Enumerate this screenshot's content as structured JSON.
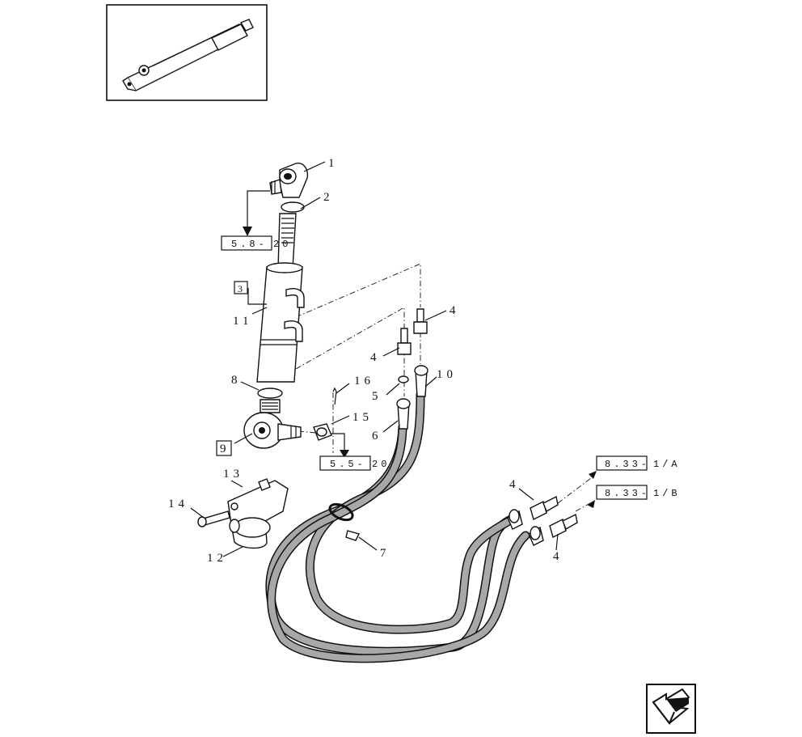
{
  "callouts": {
    "c1": "1",
    "c2": "2",
    "c3": "3",
    "c4a": "4",
    "c4b": "4",
    "c4c": "4",
    "c4d": "4",
    "c5": "5",
    "c6": "6",
    "c7": "7",
    "c8": "8",
    "c9": "9",
    "c10": "10",
    "c11": "11",
    "c12": "12",
    "c13": "13",
    "c14": "14",
    "c15": "15",
    "c16": "16"
  },
  "references": {
    "r1_box": "5.8-",
    "r1_tail": "20",
    "r2_box": "5.5-",
    "r2_tail": "20",
    "r3_box": "8.33-",
    "r3_tail": "1/A",
    "r4_box": "8.33-",
    "r4_tail": "1/B"
  },
  "icons": {
    "thumbnail": "hydraulic-cylinder-thumbnail",
    "navigation": "return-arrow-icon"
  }
}
